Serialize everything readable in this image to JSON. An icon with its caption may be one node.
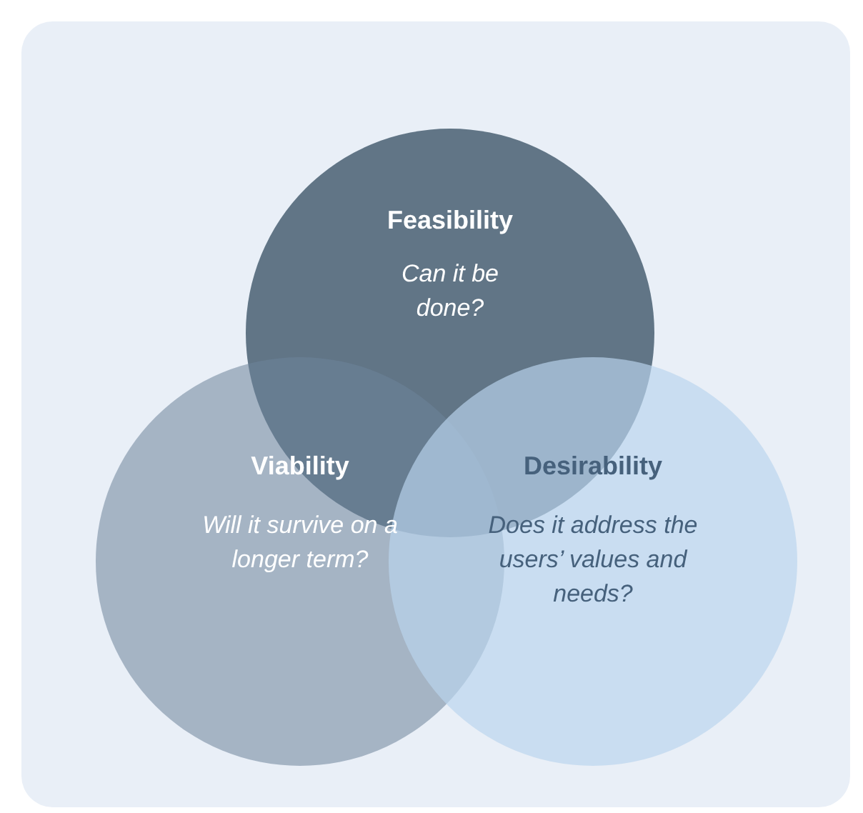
{
  "diagram": {
    "nodes": [
      {
        "text": [
          "Feasibility",
          "Can it be done?"
        ]
      },
      {
        "text": [
          "Viability",
          "Will it survive on a longer term?"
        ]
      },
      {
        "text": [
          "Desirability",
          "Does it address the users’ values and needs?"
        ]
      }
    ]
  }
}
